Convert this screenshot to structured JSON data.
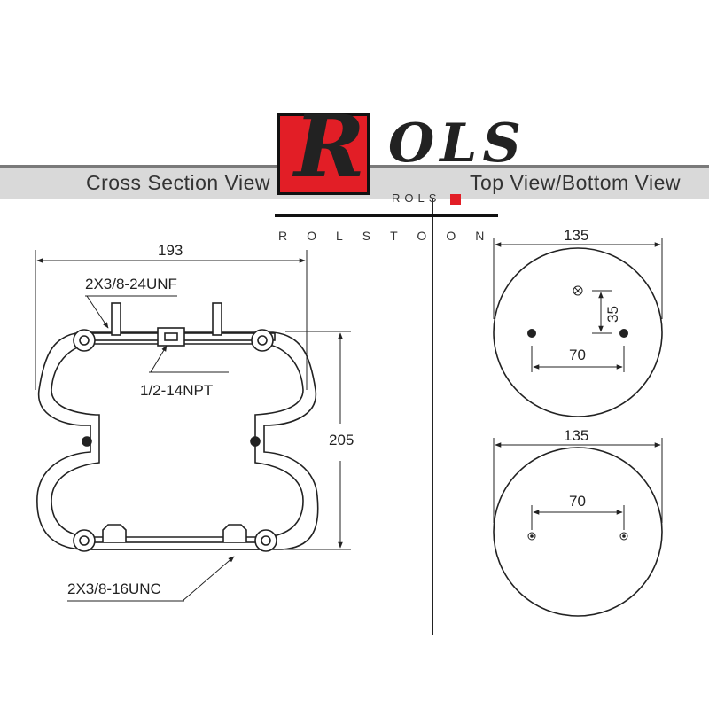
{
  "header": {
    "left_title": "Cross Section View",
    "right_title": "Top View/Bottom View"
  },
  "logo": {
    "mark_letter": "R",
    "mark_rest": "OLS",
    "small_text": "ROLS",
    "tagline": "ROLSTOON",
    "colors": {
      "red": "#e21e26",
      "black": "#111111"
    }
  },
  "cross_section": {
    "width_dim": "193",
    "height_dim": "205",
    "top_thread_label": "2X3/8-24UNF",
    "inlet_label": "1/2-14NPT",
    "bottom_thread_label": "2X3/8-16UNC"
  },
  "top_view": {
    "diameter_dim": "135",
    "offset_dim": "35",
    "spacing_dim": "70"
  },
  "bottom_view": {
    "diameter_dim": "135",
    "spacing_dim": "70"
  }
}
